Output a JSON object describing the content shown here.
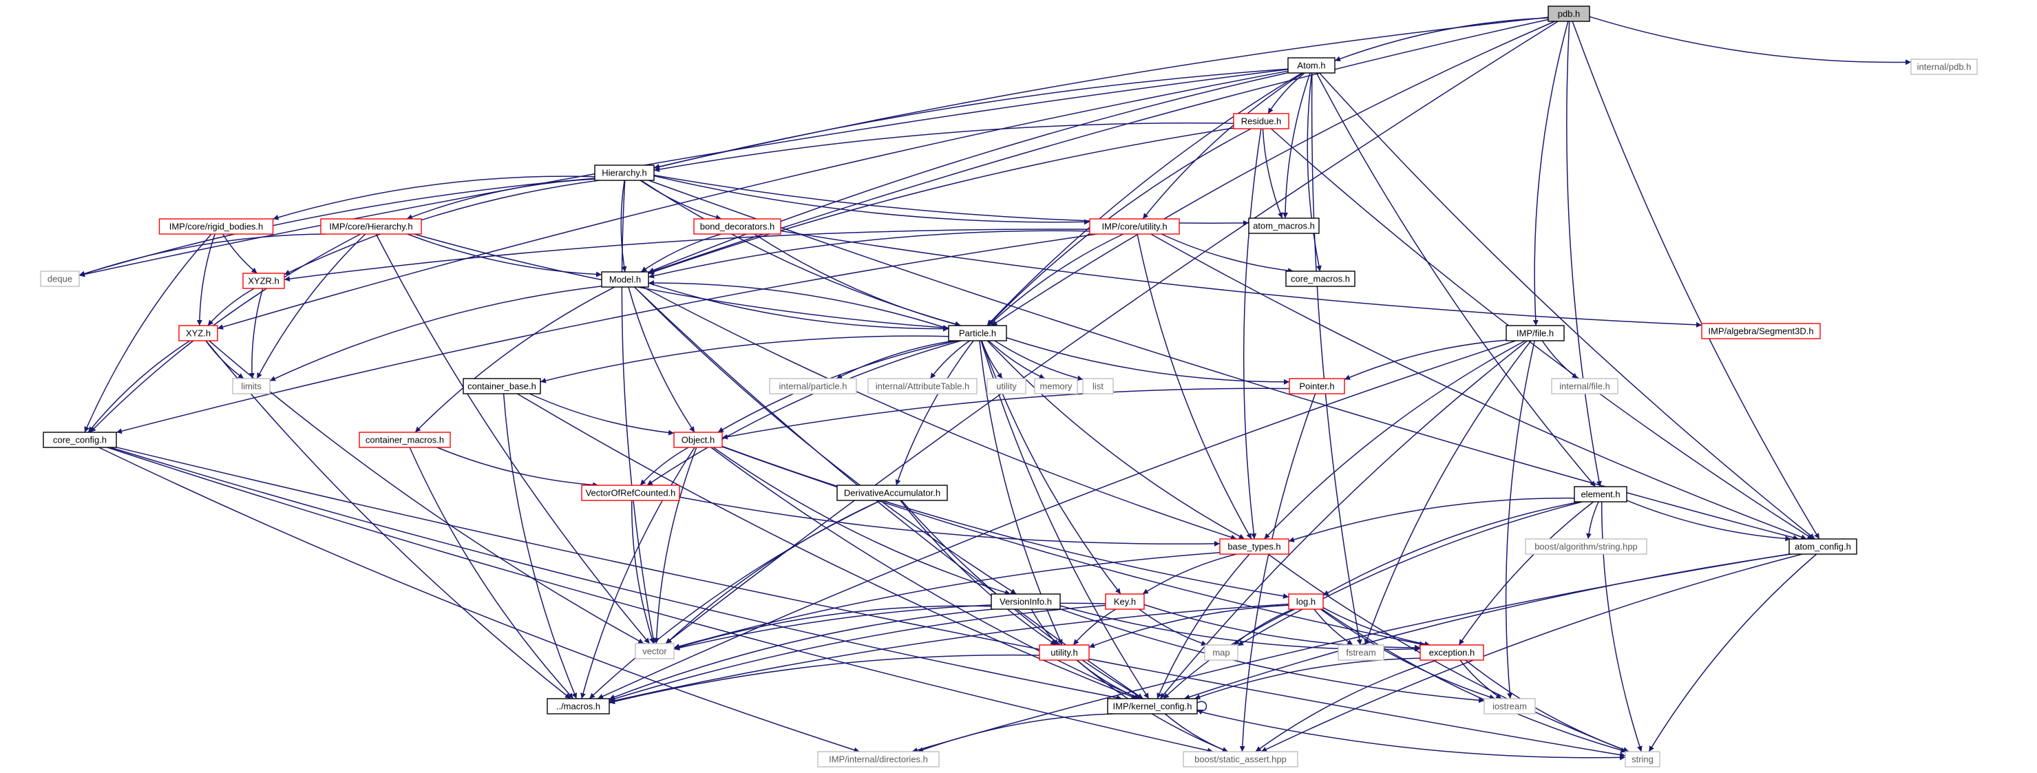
{
  "graph": {
    "colors": {
      "edge": "#191970",
      "root_fill": "#bfbfbf",
      "normal_border": "#000000",
      "truncated_border": "#ff0000",
      "system_border": "#bfbfbf"
    },
    "nodes": [
      {
        "id": "pdb",
        "label": "pdb.h",
        "kind": "root"
      },
      {
        "id": "internal_pdb",
        "label": "internal/pdb.h",
        "kind": "system"
      },
      {
        "id": "atom",
        "label": "Atom.h",
        "kind": "normal"
      },
      {
        "id": "residue",
        "label": "Residue.h",
        "kind": "truncated"
      },
      {
        "id": "hierarchy",
        "label": "Hierarchy.h",
        "kind": "normal"
      },
      {
        "id": "atom_macros",
        "label": "atom_macros.h",
        "kind": "normal"
      },
      {
        "id": "rigid_bodies",
        "label": "IMP/core/rigid_bodies.h",
        "kind": "truncated"
      },
      {
        "id": "core_hier",
        "label": "IMP/core/Hierarchy.h",
        "kind": "truncated"
      },
      {
        "id": "bond_dec",
        "label": "bond_decorators.h",
        "kind": "truncated"
      },
      {
        "id": "core_util",
        "label": "IMP/core/utility.h",
        "kind": "truncated"
      },
      {
        "id": "core_macros",
        "label": "core_macros.h",
        "kind": "normal"
      },
      {
        "id": "deque",
        "label": "deque",
        "kind": "system"
      },
      {
        "id": "xyzr",
        "label": "XYZR.h",
        "kind": "truncated"
      },
      {
        "id": "model",
        "label": "Model.h",
        "kind": "normal"
      },
      {
        "id": "segment3d",
        "label": "IMP/algebra/Segment3D.h",
        "kind": "truncated"
      },
      {
        "id": "xyz",
        "label": "XYZ.h",
        "kind": "truncated"
      },
      {
        "id": "limits",
        "label": "limits",
        "kind": "system"
      },
      {
        "id": "particle",
        "label": "Particle.h",
        "kind": "normal"
      },
      {
        "id": "imp_file",
        "label": "IMP/file.h",
        "kind": "normal"
      },
      {
        "id": "container_base",
        "label": "container_base.h",
        "kind": "normal"
      },
      {
        "id": "internal_particle",
        "label": "internal/particle.h",
        "kind": "system"
      },
      {
        "id": "internal_attr",
        "label": "internal/AttributeTable.h",
        "kind": "system"
      },
      {
        "id": "utility_sys",
        "label": "utility",
        "kind": "system"
      },
      {
        "id": "memory",
        "label": "memory",
        "kind": "system"
      },
      {
        "id": "list",
        "label": "list",
        "kind": "system"
      },
      {
        "id": "pointer",
        "label": "Pointer.h",
        "kind": "truncated"
      },
      {
        "id": "internal_file",
        "label": "internal/file.h",
        "kind": "system"
      },
      {
        "id": "core_config",
        "label": "core_config.h",
        "kind": "normal"
      },
      {
        "id": "container_macros",
        "label": "container_macros.h",
        "kind": "truncated"
      },
      {
        "id": "object",
        "label": "Object.h",
        "kind": "truncated"
      },
      {
        "id": "vorc",
        "label": "VectorOfRefCounted.h",
        "kind": "truncated"
      },
      {
        "id": "deriv_acc",
        "label": "DerivativeAccumulator.h",
        "kind": "normal"
      },
      {
        "id": "element",
        "label": "element.h",
        "kind": "normal"
      },
      {
        "id": "boost_string",
        "label": "boost/algorithm/string.hpp",
        "kind": "system"
      },
      {
        "id": "atom_config",
        "label": "atom_config.h",
        "kind": "normal"
      },
      {
        "id": "base_types",
        "label": "base_types.h",
        "kind": "truncated"
      },
      {
        "id": "version_info",
        "label": "VersionInfo.h",
        "kind": "normal"
      },
      {
        "id": "key",
        "label": "Key.h",
        "kind": "truncated"
      },
      {
        "id": "log",
        "label": "log.h",
        "kind": "truncated"
      },
      {
        "id": "vector",
        "label": "vector",
        "kind": "system"
      },
      {
        "id": "map",
        "label": "map",
        "kind": "system"
      },
      {
        "id": "fstream",
        "label": "fstream",
        "kind": "system"
      },
      {
        "id": "exception",
        "label": "exception.h",
        "kind": "truncated"
      },
      {
        "id": "utility_h",
        "label": "utility.h",
        "kind": "truncated"
      },
      {
        "id": "macros",
        "label": "../macros.h",
        "kind": "normal"
      },
      {
        "id": "kernel_config",
        "label": "IMP/kernel_config.h",
        "kind": "normal"
      },
      {
        "id": "iostream",
        "label": "iostream",
        "kind": "system"
      },
      {
        "id": "directories",
        "label": "IMP/internal/directories.h",
        "kind": "system"
      },
      {
        "id": "static_assert",
        "label": "boost/static_assert.hpp",
        "kind": "system"
      },
      {
        "id": "string",
        "label": "string",
        "kind": "system"
      }
    ],
    "edges": [
      [
        "pdb",
        "atom"
      ],
      [
        "pdb",
        "internal_pdb"
      ],
      [
        "pdb",
        "hierarchy"
      ],
      [
        "pdb",
        "model"
      ],
      [
        "pdb",
        "particle"
      ],
      [
        "pdb",
        "imp_file"
      ],
      [
        "pdb",
        "element"
      ],
      [
        "pdb",
        "atom_config"
      ],
      [
        "pdb",
        "vector"
      ],
      [
        "atom",
        "residue"
      ],
      [
        "atom",
        "hierarchy"
      ],
      [
        "atom",
        "atom_macros"
      ],
      [
        "atom",
        "core_macros"
      ],
      [
        "atom",
        "model"
      ],
      [
        "atom",
        "particle"
      ],
      [
        "atom",
        "core_util"
      ],
      [
        "atom",
        "deque"
      ],
      [
        "atom",
        "xyz"
      ],
      [
        "atom",
        "element"
      ],
      [
        "atom",
        "atom_config"
      ],
      [
        "atom",
        "fstream"
      ],
      [
        "residue",
        "hierarchy"
      ],
      [
        "residue",
        "atom_macros"
      ],
      [
        "residue",
        "particle"
      ],
      [
        "residue",
        "model"
      ],
      [
        "residue",
        "base_types"
      ],
      [
        "residue",
        "atom_config"
      ],
      [
        "hierarchy",
        "atom_macros"
      ],
      [
        "hierarchy",
        "rigid_bodies"
      ],
      [
        "hierarchy",
        "core_hier"
      ],
      [
        "hierarchy",
        "bond_dec"
      ],
      [
        "hierarchy",
        "core_util"
      ],
      [
        "hierarchy",
        "model"
      ],
      [
        "hierarchy",
        "particle"
      ],
      [
        "hierarchy",
        "deque"
      ],
      [
        "hierarchy",
        "xyzr"
      ],
      [
        "hierarchy",
        "vector"
      ],
      [
        "hierarchy",
        "atom_config"
      ],
      [
        "rigid_bodies",
        "xyzr"
      ],
      [
        "rigid_bodies",
        "xyz"
      ],
      [
        "rigid_bodies",
        "core_config"
      ],
      [
        "core_hier",
        "deque"
      ],
      [
        "core_hier",
        "model"
      ],
      [
        "core_hier",
        "particle"
      ],
      [
        "core_hier",
        "core_config"
      ],
      [
        "core_hier",
        "limits"
      ],
      [
        "core_hier",
        "vector"
      ],
      [
        "bond_dec",
        "model"
      ],
      [
        "bond_dec",
        "particle"
      ],
      [
        "bond_dec",
        "segment3d"
      ],
      [
        "core_util",
        "model"
      ],
      [
        "core_util",
        "particle"
      ],
      [
        "core_util",
        "xyzr"
      ],
      [
        "core_util",
        "core_macros"
      ],
      [
        "core_util",
        "core_config"
      ],
      [
        "core_util",
        "base_types"
      ],
      [
        "core_util",
        "atom_config"
      ],
      [
        "xyzr",
        "xyz"
      ],
      [
        "xyzr",
        "limits"
      ],
      [
        "xyz",
        "core_config"
      ],
      [
        "xyz",
        "limits"
      ],
      [
        "xyz",
        "vector"
      ],
      [
        "xyz",
        "macros"
      ],
      [
        "model",
        "particle"
      ],
      [
        "model",
        "object"
      ],
      [
        "model",
        "limits"
      ],
      [
        "model",
        "container_macros"
      ],
      [
        "model",
        "kernel_config"
      ],
      [
        "model",
        "version_info"
      ],
      [
        "model",
        "base_types"
      ],
      [
        "particle",
        "model"
      ],
      [
        "particle",
        "container_base"
      ],
      [
        "particle",
        "internal_particle"
      ],
      [
        "particle",
        "internal_attr"
      ],
      [
        "particle",
        "utility_sys"
      ],
      [
        "particle",
        "memory"
      ],
      [
        "particle",
        "list"
      ],
      [
        "particle",
        "pointer"
      ],
      [
        "particle",
        "object"
      ],
      [
        "particle",
        "vorc"
      ],
      [
        "particle",
        "deriv_acc"
      ],
      [
        "particle",
        "key"
      ],
      [
        "particle",
        "base_types"
      ],
      [
        "particle",
        "kernel_config"
      ],
      [
        "particle",
        "utility_h"
      ],
      [
        "imp_file",
        "pointer"
      ],
      [
        "imp_file",
        "internal_file"
      ],
      [
        "imp_file",
        "base_types"
      ],
      [
        "imp_file",
        "kernel_config"
      ],
      [
        "imp_file",
        "iostream"
      ],
      [
        "imp_file",
        "macros"
      ],
      [
        "imp_file",
        "fstream"
      ],
      [
        "container_base",
        "object"
      ],
      [
        "container_base",
        "kernel_config"
      ],
      [
        "container_base",
        "macros"
      ],
      [
        "pointer",
        "object"
      ],
      [
        "pointer",
        "static_assert"
      ],
      [
        "core_config",
        "kernel_config"
      ],
      [
        "core_config",
        "directories"
      ],
      [
        "core_config",
        "static_assert"
      ],
      [
        "core_config",
        "string"
      ],
      [
        "container_macros",
        "vorc"
      ],
      [
        "container_macros",
        "macros"
      ],
      [
        "object",
        "vorc"
      ],
      [
        "object",
        "version_info"
      ],
      [
        "object",
        "log"
      ],
      [
        "object",
        "exception"
      ],
      [
        "object",
        "vector"
      ],
      [
        "object",
        "kernel_config"
      ],
      [
        "object",
        "macros"
      ],
      [
        "vorc",
        "vector"
      ],
      [
        "vorc",
        "base_types"
      ],
      [
        "deriv_acc",
        "vector"
      ],
      [
        "deriv_acc",
        "utility_h"
      ],
      [
        "deriv_acc",
        "macros"
      ],
      [
        "deriv_acc",
        "kernel_config"
      ],
      [
        "element",
        "base_types"
      ],
      [
        "element",
        "boost_string"
      ],
      [
        "element",
        "atom_config"
      ],
      [
        "element",
        "log"
      ],
      [
        "element",
        "exception"
      ],
      [
        "element",
        "string"
      ],
      [
        "element",
        "map"
      ],
      [
        "atom_config",
        "kernel_config"
      ],
      [
        "atom_config",
        "directories"
      ],
      [
        "atom_config",
        "static_assert"
      ],
      [
        "atom_config",
        "string"
      ],
      [
        "base_types",
        "key"
      ],
      [
        "base_types",
        "vector"
      ],
      [
        "base_types",
        "kernel_config"
      ],
      [
        "base_types",
        "string"
      ],
      [
        "version_info",
        "vector"
      ],
      [
        "version_info",
        "utility_h"
      ],
      [
        "version_info",
        "exception"
      ],
      [
        "version_info",
        "macros"
      ],
      [
        "version_info",
        "iostream"
      ],
      [
        "key",
        "utility_h"
      ],
      [
        "key",
        "exception"
      ],
      [
        "key",
        "macros"
      ],
      [
        "key",
        "vector"
      ],
      [
        "key",
        "map"
      ],
      [
        "log",
        "utility_h"
      ],
      [
        "log",
        "map"
      ],
      [
        "log",
        "fstream"
      ],
      [
        "log",
        "iostream"
      ],
      [
        "log",
        "string"
      ],
      [
        "log",
        "kernel_config"
      ],
      [
        "log",
        "exception"
      ],
      [
        "log",
        "macros"
      ],
      [
        "exception",
        "kernel_config"
      ],
      [
        "exception",
        "iostream"
      ],
      [
        "exception",
        "string"
      ],
      [
        "exception",
        "static_assert"
      ],
      [
        "utility_h",
        "kernel_config"
      ],
      [
        "utility_h",
        "macros"
      ],
      [
        "utility_h",
        "static_assert"
      ],
      [
        "kernel_config",
        "kernel_config"
      ],
      [
        "kernel_config",
        "directories"
      ],
      [
        "kernel_config",
        "static_assert"
      ],
      [
        "kernel_config",
        "string"
      ]
    ]
  }
}
